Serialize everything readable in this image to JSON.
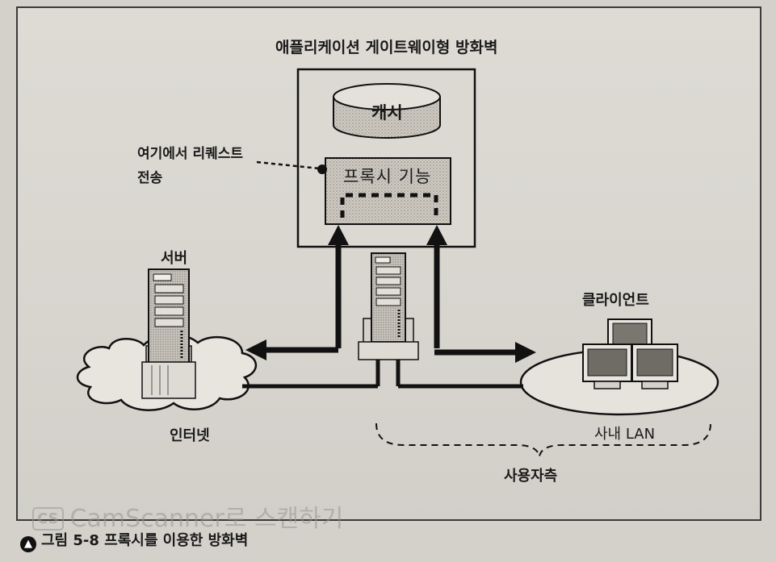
{
  "diagram": {
    "title": "애플리케이션 게이트웨이형 방화벽",
    "cache": "캐시",
    "proxy_function": "프록시 기능",
    "annotation_line1": "여기에서 리퀘스트",
    "annotation_line2": "전송",
    "server": "서버",
    "client": "클라이언트",
    "internet": "인터넷",
    "internal_lan": "사내 LAN",
    "internal_side": "사용자측"
  },
  "caption": {
    "icon": "circle-up-arrow-icon",
    "text": "그림 5-8 프록시를 이용한 방화벽"
  },
  "watermark": {
    "logo": "CS",
    "text": "CamScanner로 스캔하기"
  }
}
